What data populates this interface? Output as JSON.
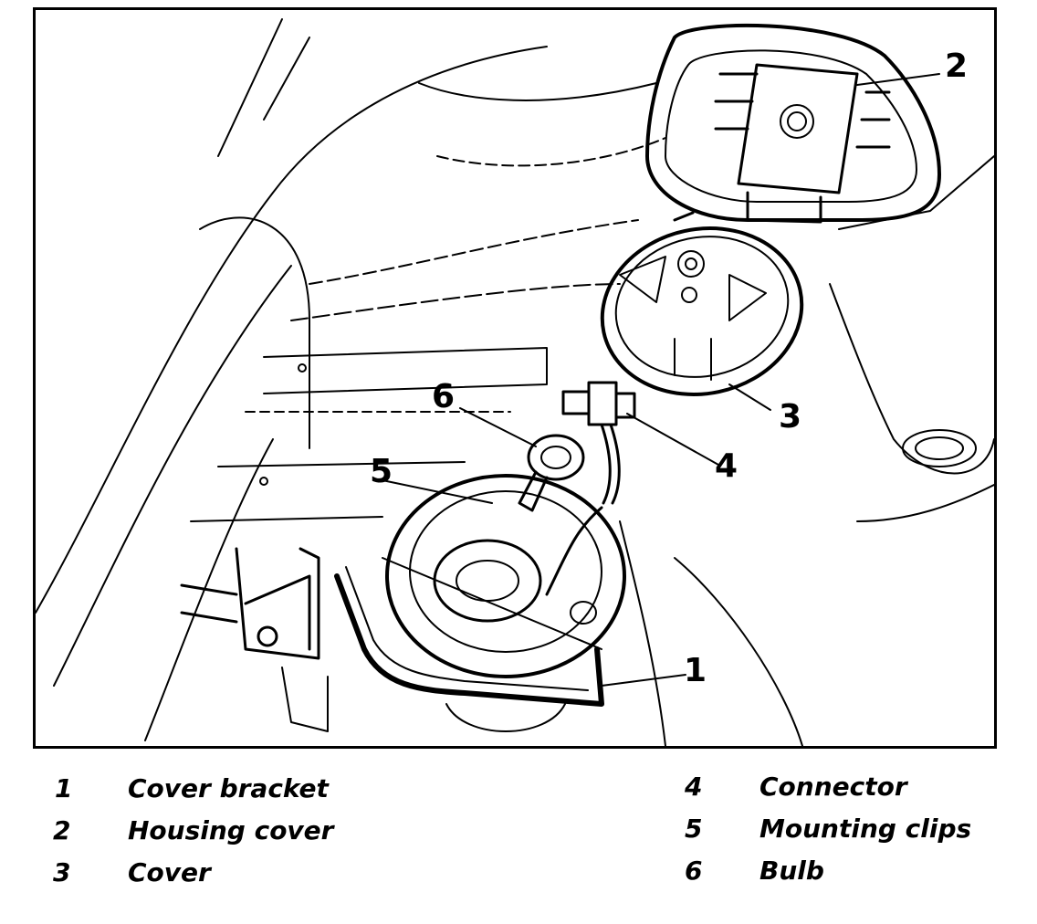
{
  "callouts": [
    "1",
    "2",
    "3",
    "4",
    "5",
    "6"
  ],
  "legend": {
    "left": [
      {
        "number": "1",
        "label": "Cover bracket"
      },
      {
        "number": "2",
        "label": "Housing cover"
      },
      {
        "number": "3",
        "label": "Cover"
      }
    ],
    "right": [
      {
        "number": "4",
        "label": "Connector"
      },
      {
        "number": "5",
        "label": "Mounting clips"
      },
      {
        "number": "6",
        "label": "Bulb"
      }
    ]
  }
}
